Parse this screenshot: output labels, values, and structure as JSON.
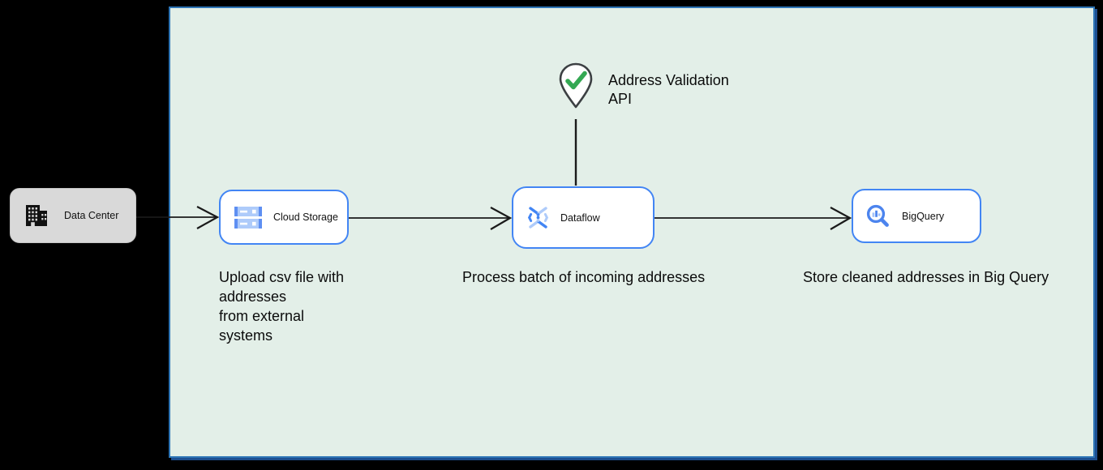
{
  "canvas": {
    "background": "#000000"
  },
  "panel": {
    "background": "#e3efe8",
    "border_color": "#2e75b6",
    "shadow_color": "#1d4e8f"
  },
  "nodes": {
    "data_center": {
      "label": "Data Center",
      "icon": "building-icon",
      "background": "#d9d9d9",
      "icon_color": "#111111"
    },
    "cloud_storage": {
      "label": "Cloud Storage",
      "icon": "cloud-storage-icon",
      "border_color": "#4285f4"
    },
    "dataflow": {
      "label": "Dataflow",
      "icon": "dataflow-icon",
      "border_color": "#4285f4"
    },
    "bigquery": {
      "label": "BigQuery",
      "icon": "bigquery-icon",
      "border_color": "#4285f4"
    },
    "address_validation": {
      "label": "Address Validation\nAPI",
      "icon": "map-pin-check-icon",
      "pin_outline_color": "#3c4043",
      "check_color": "#34a853"
    }
  },
  "annotations": {
    "upload": "Upload csv file with\naddresses\nfrom external\nsystems",
    "process": "Process batch of incoming addresses",
    "store": "Store cleaned addresses in Big Query"
  },
  "icon_palette": {
    "blue_dark": "#4285f4",
    "blue_light": "#aecbfa"
  }
}
